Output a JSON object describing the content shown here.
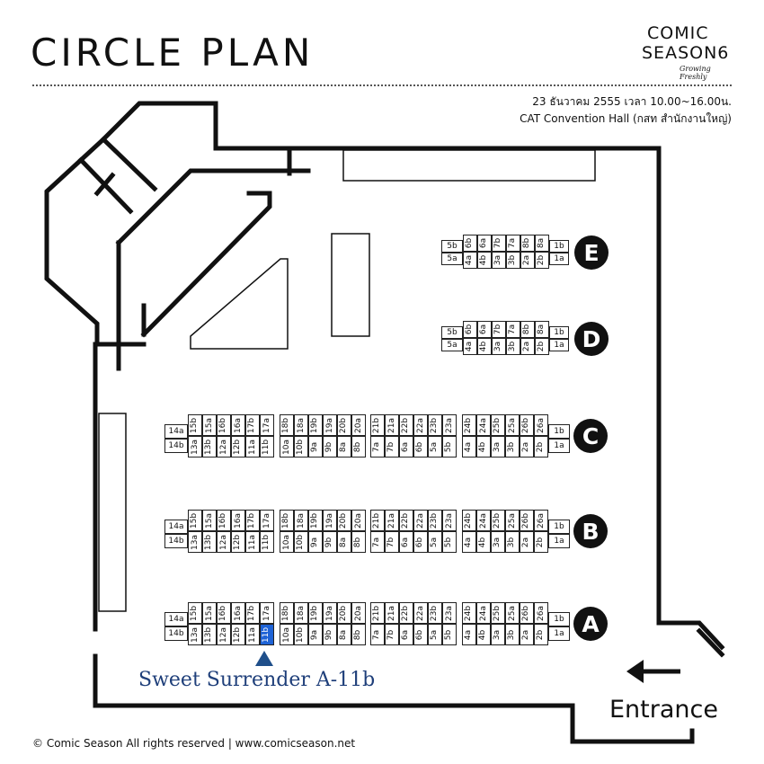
{
  "header": {
    "title": "CIRCLE PLAN",
    "logo": {
      "line1": "COMIC",
      "line2": "SEASON6",
      "tagline": "Growing Freshly"
    },
    "date_time": "23 ธันวาคม 2555  เวลา 10.00~16.00น.",
    "venue": "CAT Convention Hall (กสท สำนักงานใหญ่)"
  },
  "map": {
    "rows": [
      {
        "label": "E",
        "left_stack": [
          "5b",
          "5a"
        ],
        "center_top": [
          "6b",
          "6a",
          "7b",
          "7a",
          "8b",
          "8a"
        ],
        "center_bottom": [
          "4a",
          "4b",
          "3a",
          "3b",
          "2a",
          "2b"
        ],
        "right_stack": [
          "1b",
          "1a"
        ]
      },
      {
        "label": "D",
        "left_stack": [
          "5b",
          "5a"
        ],
        "center_top": [
          "6b",
          "6a",
          "7b",
          "7a",
          "8b",
          "8a"
        ],
        "center_bottom": [
          "4a",
          "4b",
          "3a",
          "3b",
          "2a",
          "2b"
        ],
        "right_stack": [
          "1b",
          "1a"
        ]
      },
      {
        "label": "C",
        "left_stack": [
          "14a",
          "14b"
        ],
        "blocks": [
          {
            "top": [
              "15b",
              "15a",
              "16b",
              "16a",
              "17b",
              "17a"
            ],
            "bottom": [
              "13a",
              "13b",
              "12a",
              "12b",
              "11a",
              "11b"
            ]
          },
          {
            "top": [
              "18b",
              "18a",
              "19b",
              "19a",
              "20b",
              "20a"
            ],
            "bottom": [
              "10a",
              "10b",
              "9a",
              "9b",
              "8a",
              "8b"
            ]
          },
          {
            "top": [
              "21b",
              "21a",
              "22b",
              "22a",
              "23b",
              "23a"
            ],
            "bottom": [
              "7a",
              "7b",
              "6a",
              "6b",
              "5a",
              "5b"
            ]
          },
          {
            "top": [
              "24b",
              "24a",
              "25b",
              "25a",
              "26b",
              "26a"
            ],
            "bottom": [
              "4a",
              "4b",
              "3a",
              "3b",
              "2a",
              "2b"
            ]
          }
        ],
        "right_stack": [
          "1b",
          "1a"
        ]
      },
      {
        "label": "B",
        "left_stack": [
          "14a",
          "14b"
        ],
        "blocks": [
          {
            "top": [
              "15b",
              "15a",
              "16b",
              "16a",
              "17b",
              "17a"
            ],
            "bottom": [
              "13a",
              "13b",
              "12a",
              "12b",
              "11a",
              "11b"
            ]
          },
          {
            "top": [
              "18b",
              "18a",
              "19b",
              "19a",
              "20b",
              "20a"
            ],
            "bottom": [
              "10a",
              "10b",
              "9a",
              "9b",
              "8a",
              "8b"
            ]
          },
          {
            "top": [
              "21b",
              "21a",
              "22b",
              "22a",
              "23b",
              "23a"
            ],
            "bottom": [
              "7a",
              "7b",
              "6a",
              "6b",
              "5a",
              "5b"
            ]
          },
          {
            "top": [
              "24b",
              "24a",
              "25b",
              "25a",
              "26b",
              "26a"
            ],
            "bottom": [
              "4a",
              "4b",
              "3a",
              "3b",
              "2a",
              "2b"
            ]
          }
        ],
        "right_stack": [
          "1b",
          "1a"
        ]
      },
      {
        "label": "A",
        "left_stack": [
          "14a",
          "14b"
        ],
        "blocks": [
          {
            "top": [
              "15b",
              "15a",
              "16b",
              "16a",
              "17b",
              "17a"
            ],
            "bottom": [
              "13a",
              "13b",
              "12a",
              "12b",
              "11a",
              "11b"
            ]
          },
          {
            "top": [
              "18b",
              "18a",
              "19b",
              "19a",
              "20b",
              "20a"
            ],
            "bottom": [
              "10a",
              "10b",
              "9a",
              "9b",
              "8a",
              "8b"
            ]
          },
          {
            "top": [
              "21b",
              "21a",
              "22b",
              "22a",
              "23b",
              "23a"
            ],
            "bottom": [
              "7a",
              "7b",
              "6a",
              "6b",
              "5a",
              "5b"
            ]
          },
          {
            "top": [
              "24b",
              "24a",
              "25b",
              "25a",
              "26b",
              "26a"
            ],
            "bottom": [
              "4a",
              "4b",
              "3a",
              "3b",
              "2a",
              "2b"
            ]
          }
        ],
        "right_stack": [
          "1b",
          "1a"
        ]
      }
    ],
    "highlight": {
      "row": "A",
      "booth": "11b",
      "color": "#1e63d6"
    },
    "annotation": "Sweet Surrender A-11b",
    "entrance_label": "Entrance"
  },
  "footer": {
    "copyright": "© Comic Season All rights reserved | www.comicseason.net"
  }
}
